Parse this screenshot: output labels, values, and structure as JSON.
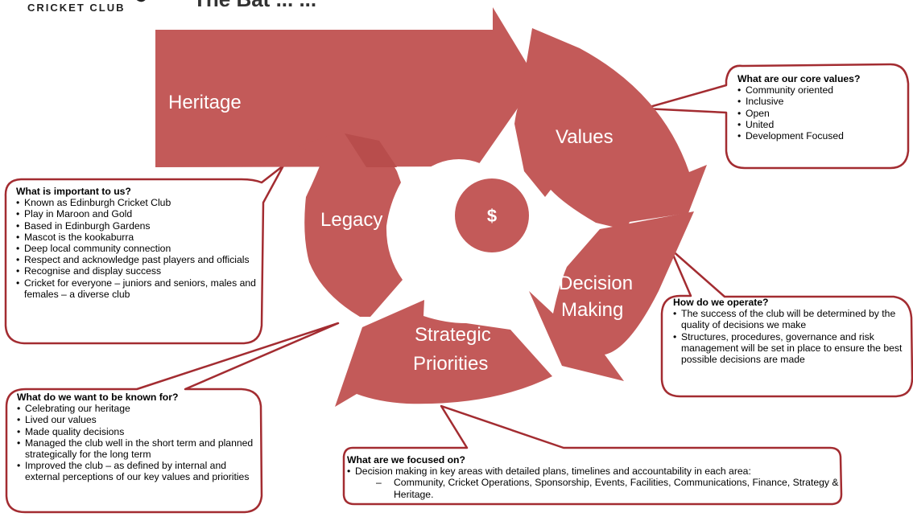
{
  "header": {
    "club_name": "CRICKET CLUB",
    "title_partial": "The Bat ... ..."
  },
  "diagram": {
    "center_symbol": "$",
    "heritage": "Heritage",
    "values": "Values",
    "decision_making": [
      "Decision",
      "Making"
    ],
    "strategic_priorities": [
      "Strategic",
      "Priorities"
    ],
    "legacy": "Legacy"
  },
  "callouts": {
    "core_values": {
      "question": "What are our core values?",
      "items": [
        "Community oriented",
        "Inclusive",
        "Open",
        "United",
        "Development Focused"
      ]
    },
    "important": {
      "question": "What is important to us?",
      "items": [
        "Known as Edinburgh Cricket Club",
        "Play in Maroon and Gold",
        "Based in Edinburgh Gardens",
        "Mascot is the kookaburra",
        "Deep local community connection",
        "Respect and acknowledge past players and officials",
        "Recognise and display success",
        "Cricket for everyone – juniors and seniors, males and females – a diverse club"
      ]
    },
    "operate": {
      "question": "How do we operate?",
      "items": [
        "The success of the club will be determined by the quality of decisions we make",
        "Structures, procedures, governance and risk management  will be set in place to ensure the best possible decisions are made"
      ]
    },
    "known_for": {
      "question": "What do we want to be known for?",
      "items": [
        "Celebrating our heritage",
        "Lived our values",
        "Made quality decisions",
        "Managed the club well in the short term and planned strategically for the long term",
        "Improved the club – as defined by internal and external perceptions of our key values and priorities"
      ]
    },
    "focused": {
      "question": "What are we focused on?",
      "item": "Decision making in key areas with detailed plans, timelines and accountability in each area:",
      "subitem": "Community, Cricket Operations, Sponsorship, Events, Facilities, Communications, Finance, Strategy & Heritage."
    }
  },
  "colors": {
    "segment_fill": "#c35a59",
    "segment_dark": "#b84d4c",
    "callout_border": "#a32c31",
    "label_text": "#ffffff"
  }
}
